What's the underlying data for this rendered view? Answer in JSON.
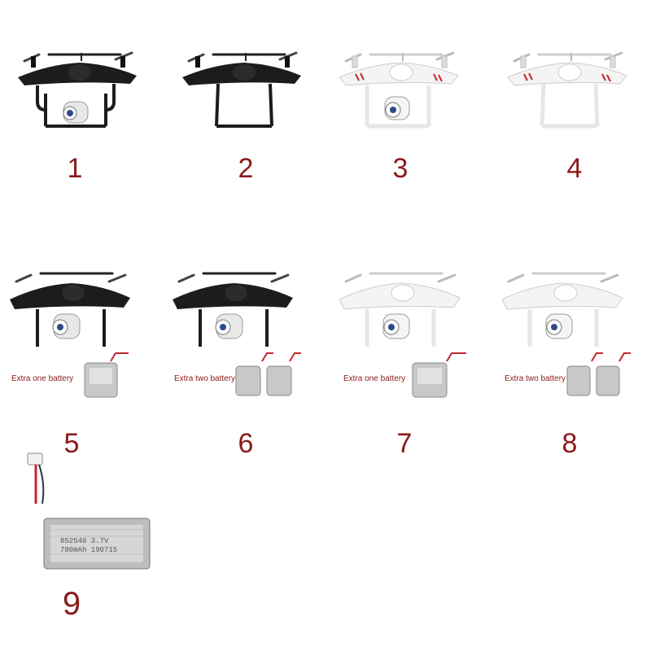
{
  "colors": {
    "label_red": "#8b1a1a",
    "drone_black": "#1c1c1c",
    "drone_white": "#f4f4f4"
  },
  "products": [
    {
      "number": "1",
      "drone_color": "black",
      "has_camera": true,
      "caption": "",
      "extra_batteries": 0
    },
    {
      "number": "2",
      "drone_color": "black",
      "has_camera": false,
      "caption": "",
      "extra_batteries": 0
    },
    {
      "number": "3",
      "drone_color": "white",
      "has_camera": true,
      "caption": "",
      "extra_batteries": 0
    },
    {
      "number": "4",
      "drone_color": "white",
      "has_camera": false,
      "caption": "",
      "extra_batteries": 0
    },
    {
      "number": "5",
      "drone_color": "black",
      "has_camera": true,
      "caption": "Extra one battery",
      "extra_batteries": 1
    },
    {
      "number": "6",
      "drone_color": "black",
      "has_camera": true,
      "caption": "Extra two battery",
      "extra_batteries": 2
    },
    {
      "number": "7",
      "drone_color": "white",
      "has_camera": true,
      "caption": "Extra one battery",
      "extra_batteries": 1
    },
    {
      "number": "8",
      "drone_color": "white",
      "has_camera": true,
      "caption": "Extra two battery",
      "extra_batteries": 2
    },
    {
      "number": "9",
      "drone_color": "none",
      "has_camera": false,
      "caption": "",
      "extra_batteries": 1
    }
  ],
  "battery_label": {
    "line1": "852540 3.7V",
    "line2": "780mAh 190715"
  }
}
